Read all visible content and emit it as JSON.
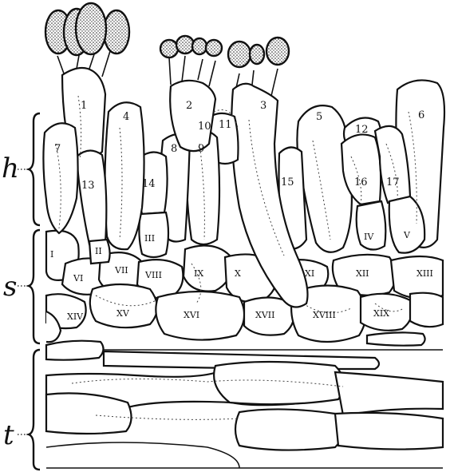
{
  "region_labels": {
    "h": "h",
    "s": "s",
    "t": "t"
  },
  "basidia_labels": [
    "1",
    "2",
    "3",
    "4",
    "5",
    "6",
    "7",
    "8",
    "9",
    "10",
    "11",
    "12",
    "13",
    "14",
    "15",
    "16",
    "17"
  ],
  "subhymenial_labels": [
    "I",
    "II",
    "III",
    "IV",
    "V",
    "VI",
    "VII",
    "VIII",
    "IX",
    "X",
    "XI",
    "XII",
    "XIII",
    "XIV",
    "XV",
    "XVI",
    "XVII",
    "XVIII",
    "XIX"
  ],
  "colors": {
    "ink": "#111111",
    "paper": "#ffffff"
  }
}
